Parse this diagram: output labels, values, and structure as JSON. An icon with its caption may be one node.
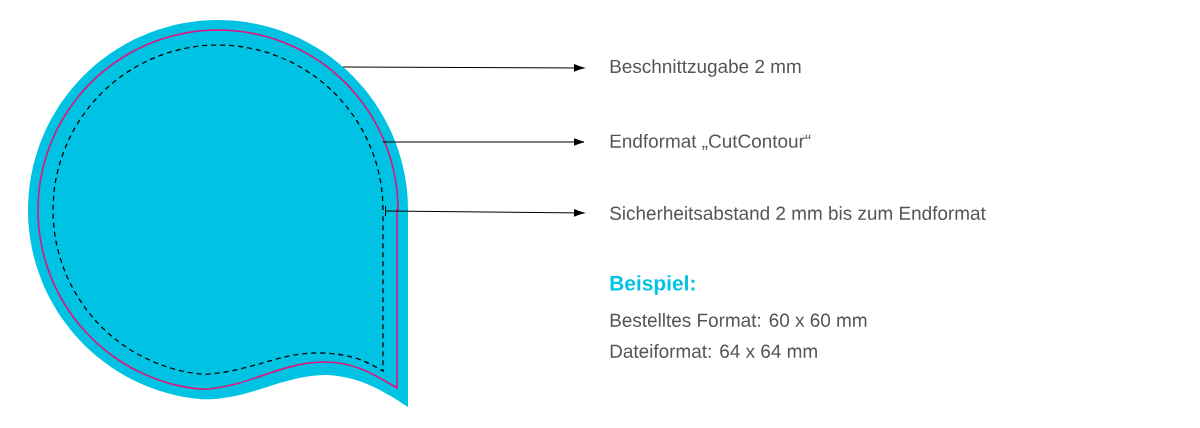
{
  "diagram": {
    "nodes": [
      {
        "text": [
          "Beschnittzugabe 2 mm"
        ]
      },
      {
        "text": [
          "Endformat „CutContour“"
        ]
      },
      {
        "text": [
          "Sicherheitsabstand 2 mm bis zum Endformat"
        ]
      }
    ],
    "edges": [
      {
        "from": null,
        "to": 0,
        "arrow": "to"
      },
      {
        "from": null,
        "to": 1,
        "arrow": "to"
      },
      {
        "from": null,
        "to": 2,
        "arrow": "to"
      }
    ],
    "labels": [
      "Beispiel:",
      "Bestelltes Format: 60 x 60 mm",
      "Dateiformat: 64 x 64 mm"
    ]
  }
}
